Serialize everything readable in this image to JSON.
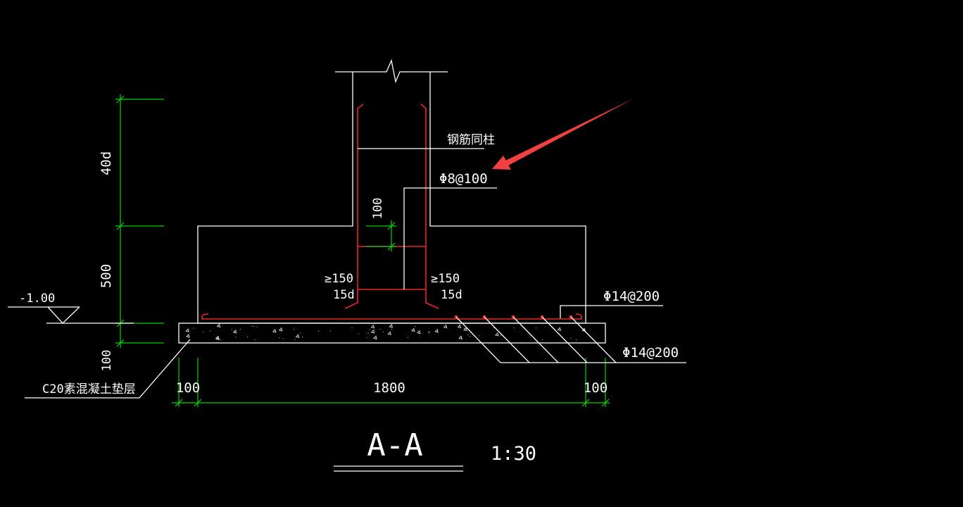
{
  "drawing": {
    "column_note": "钢筋同柱",
    "stirrup": "Φ8@100",
    "dim_40d": "40d",
    "dim_500": "500",
    "dim_100_vertical_upper": "100",
    "dim_100_vertical_lower": "100",
    "hook_left_min": "≥150",
    "hook_left_len": "15d",
    "hook_right_min": "≥150",
    "hook_right_len": "15d",
    "elevation": "-1.00",
    "bar_upper": "Φ14@200",
    "bar_lower": "Φ14@200",
    "cushion": "C20素混凝土垫层",
    "dim_left": "100",
    "dim_width": "1800",
    "dim_right": "100",
    "section_title": "A-A",
    "scale": "1:30"
  },
  "colors": {
    "background": "#000000",
    "lines": "#ffffff",
    "dimensions": "#00d400",
    "rebar": "#e8262a",
    "annotation_arrow": "#f04040"
  }
}
